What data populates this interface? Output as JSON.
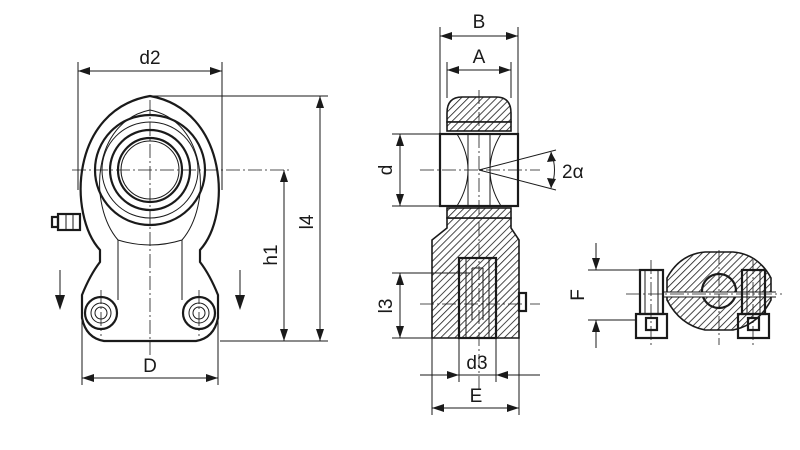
{
  "dimensions": {
    "d2": "d2",
    "D": "D",
    "h1": "h1",
    "l4": "l4",
    "B": "B",
    "A": "A",
    "d": "d",
    "two_alpha": "2α",
    "l3": "l3",
    "d3": "d3",
    "E": "E",
    "F": "F"
  },
  "colors": {
    "line": "#1a1a1a",
    "background": "#ffffff"
  }
}
